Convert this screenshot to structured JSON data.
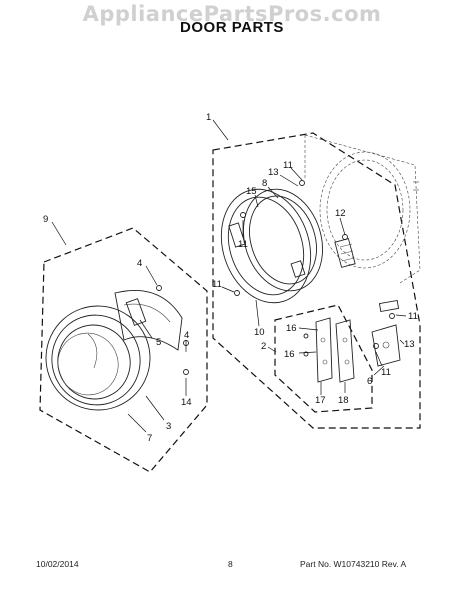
{
  "watermark": "AppliancePartsPros.com",
  "title": "DOOR PARTS",
  "footer": {
    "date": "10/02/2014",
    "page": "8",
    "part_number": "Part No. W10743210 Rev. A"
  },
  "labels": {
    "l1": "1",
    "l11a": "11",
    "l13a": "13",
    "l8": "8",
    "l15": "15",
    "l12": "12",
    "l11b": "11",
    "l9": "9",
    "l4a": "4",
    "l5": "5",
    "l11c": "11",
    "l10": "10",
    "l2": "2",
    "l16a": "16",
    "l16b": "16",
    "l11d": "11",
    "l13b": "13",
    "l4b": "4",
    "l14": "14",
    "l3": "3",
    "l7": "7",
    "l17": "17",
    "l18": "18",
    "l11e": "11",
    "l6": "6"
  }
}
